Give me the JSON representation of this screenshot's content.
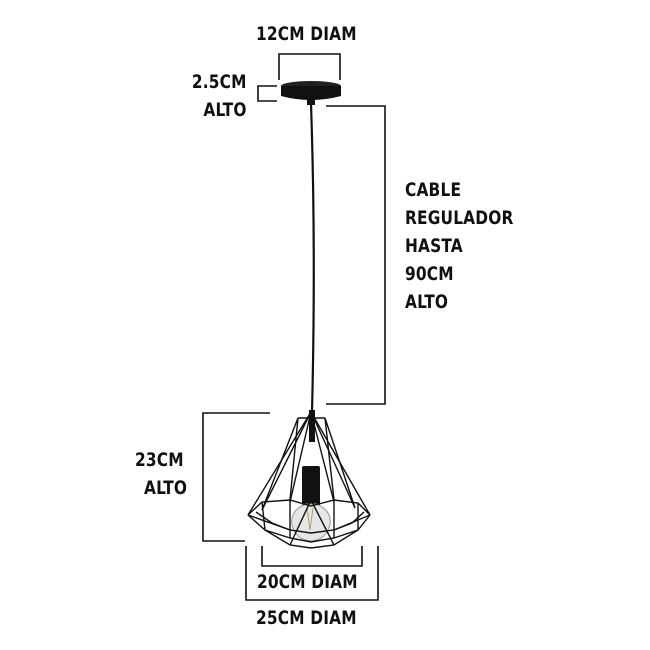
{
  "labels": {
    "canopy_diameter": "12CM DIAM",
    "canopy_height_line1": "2.5CM",
    "canopy_height_line2": "ALTO",
    "cable_line1": "CABLE",
    "cable_line2": "REGULADOR",
    "cable_line3": "HASTA",
    "cable_line4": "90CM",
    "cable_line5": "ALTO",
    "shade_height_line1": "23CM",
    "shade_height_line2": "ALTO",
    "inner_diameter": "20CM DIAM",
    "outer_diameter": "25CM DIAM"
  },
  "colors": {
    "ink": "#111111",
    "bulb": "#e6e6e6"
  }
}
